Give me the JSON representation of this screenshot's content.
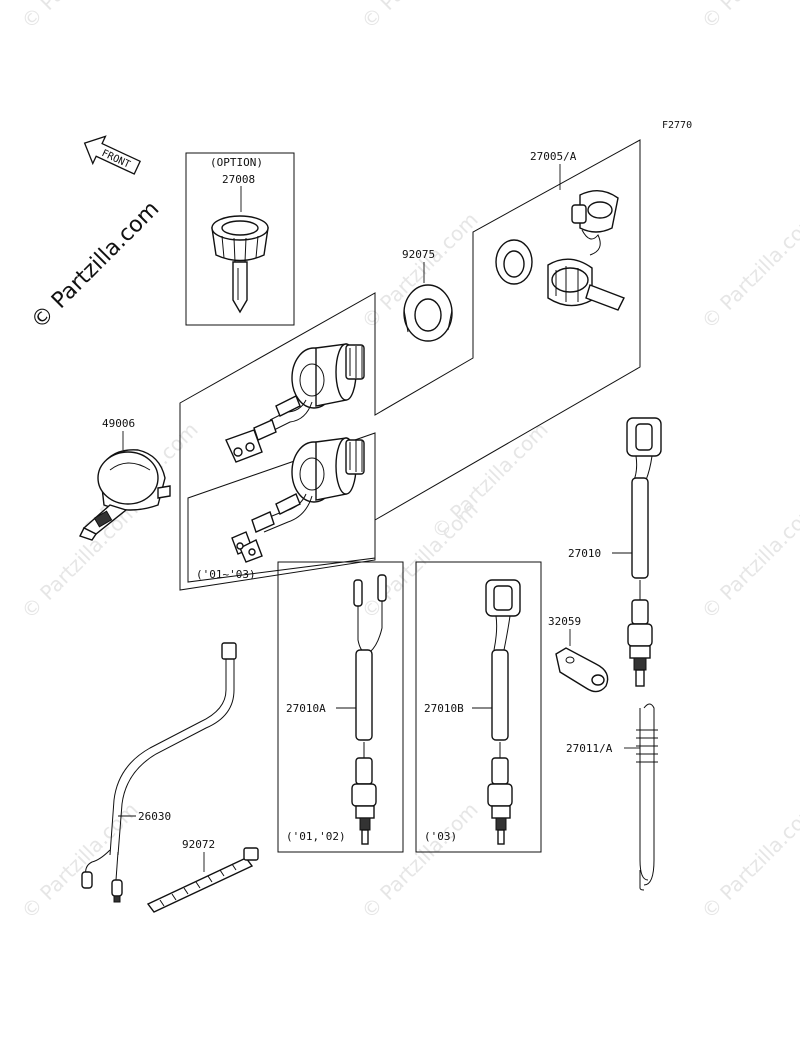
{
  "figure_code": "F2770",
  "front_label": "FRONT",
  "brand": "© Partzilla.com",
  "watermark": "© Partzilla.com",
  "option_box": {
    "title": "(OPTION)",
    "part": "27008"
  },
  "labels": {
    "p27005": "27005/A",
    "p92075": "92075",
    "p49006": "49006",
    "p27010": "27010",
    "p32059": "32059",
    "p27010A": "27010A",
    "p27010B": "27010B",
    "p27011": "27011/A",
    "p26030": "26030",
    "p92072": "92072"
  },
  "notes": {
    "years_01_03": "('01~'03)",
    "years_01_02": "('01,'02)",
    "years_03": "('03)"
  }
}
